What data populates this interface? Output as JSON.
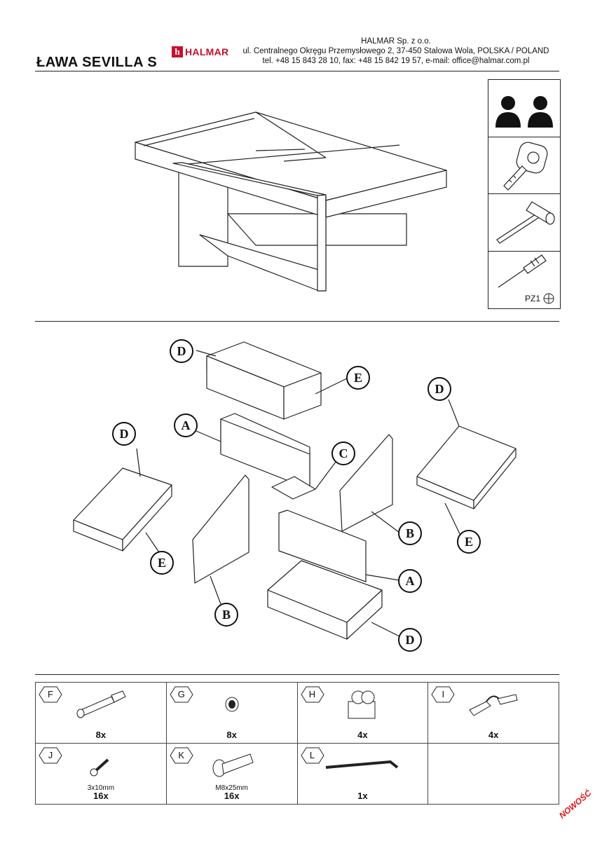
{
  "header": {
    "title": "ŁAWA SEVILLA S",
    "brand": "HALMAR",
    "brand_mark": "h",
    "company_name": "HALMAR Sp. z o.o.",
    "company_address": "ul. Centralnego Okręgu Przemysłowego 2,  37-450 Stalowa Wola, POLSKA / POLAND",
    "company_contact": "tel. +48 15 843 28 10, fax: +48 15 842 19 57, e-mail: office@halmar.com.pl"
  },
  "tools": {
    "icons": [
      "two-persons-icon",
      "tape-measure-icon",
      "hammer-icon",
      "screwdriver-icon"
    ],
    "screwdriver_label": "PZ1"
  },
  "exploded_view": {
    "labels": [
      "D",
      "E",
      "D",
      "A",
      "C",
      "D",
      "E",
      "B",
      "E",
      "A",
      "B",
      "D"
    ]
  },
  "parts": [
    {
      "letter": "F",
      "qty": "8x",
      "size": ""
    },
    {
      "letter": "G",
      "qty": "8x",
      "size": ""
    },
    {
      "letter": "H",
      "qty": "4x",
      "size": ""
    },
    {
      "letter": "I",
      "qty": "4x",
      "size": ""
    },
    {
      "letter": "J",
      "qty": "16x",
      "size": "3x10mm"
    },
    {
      "letter": "K",
      "qty": "16x",
      "size": "M8x25mm"
    },
    {
      "letter": "L",
      "qty": "1x",
      "size": ""
    }
  ],
  "badge": "NOWOŚĆ",
  "colors": {
    "brand": "#c8102e",
    "badge": "#e3161b"
  }
}
